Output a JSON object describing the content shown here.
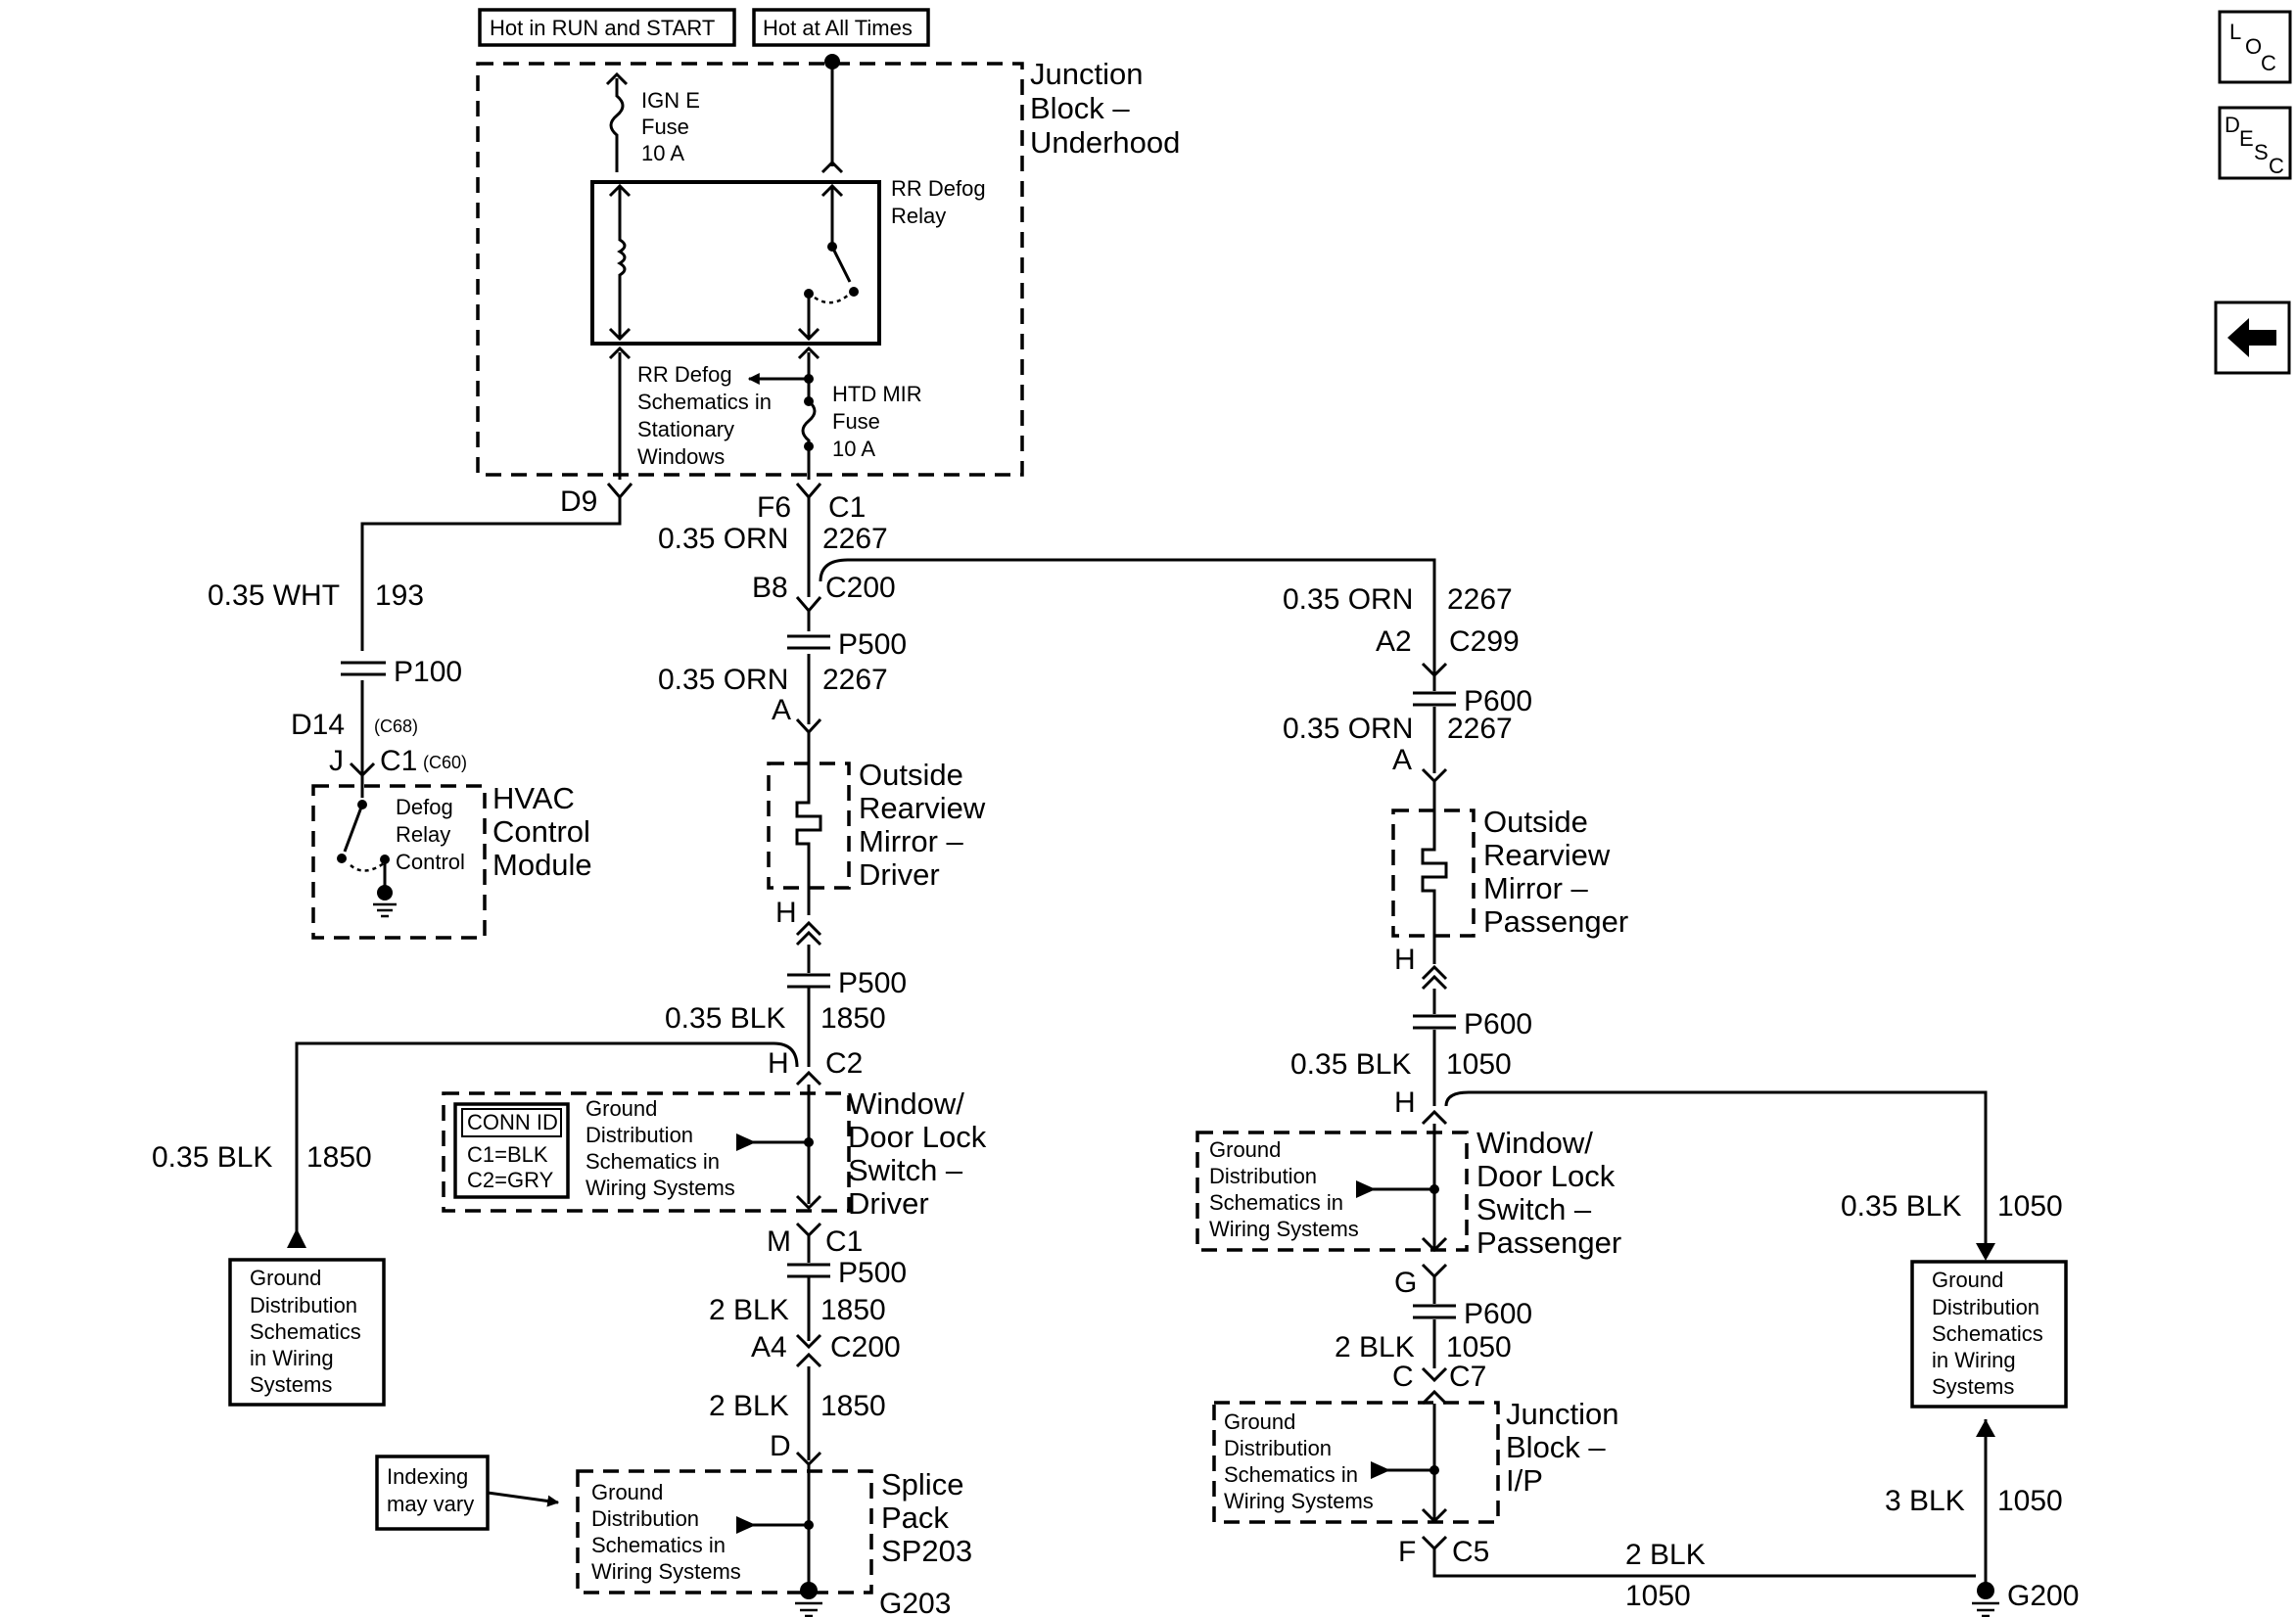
{
  "header": {
    "hot_run_start": "Hot in RUN and START",
    "hot_all_times": "Hot at All Times"
  },
  "junction_block_underhood": {
    "title": [
      "Junction",
      "Block –",
      "Underhood"
    ],
    "ign_fuse": [
      "IGN E",
      "Fuse",
      "10 A"
    ],
    "relay": [
      "RR Defog",
      "Relay"
    ],
    "rr_defog_ref": [
      "RR Defog",
      "Schematics in",
      "Stationary",
      "Windows"
    ],
    "htd_mir_fuse": [
      "HTD MIR",
      "Fuse",
      "10 A"
    ]
  },
  "connectors": {
    "d9": "D9",
    "f6": "F6",
    "c1": "C1",
    "b8": "B8",
    "c200": "C200",
    "p500": "P500",
    "a": "A",
    "h": "H",
    "c2": "C2",
    "m": "M",
    "a4": "A4",
    "d": "D",
    "p100": "P100",
    "d14": "D14",
    "c68": "(C68)",
    "j": "J",
    "c60": "(C60)",
    "a2": "A2",
    "c299": "C299",
    "p600": "P600",
    "g": "G",
    "c": "C",
    "c7": "C7",
    "f": "F",
    "c5": "C5"
  },
  "wires": {
    "w_193": {
      "gauge": "0.35 WHT",
      "circuit": "193"
    },
    "w_2267": {
      "gauge": "0.35 ORN",
      "circuit": "2267"
    },
    "w_1850": {
      "gauge": "0.35 BLK",
      "circuit": "1850"
    },
    "w_1850_2": {
      "gauge": "2 BLK",
      "circuit": "1850"
    },
    "w_1050": {
      "gauge": "0.35 BLK",
      "circuit": "1050"
    },
    "w_1050_2": {
      "gauge": "2 BLK",
      "circuit": "1050"
    },
    "w_1050_3": {
      "gauge": "3 BLK",
      "circuit": "1050"
    }
  },
  "components": {
    "hvac": [
      "HVAC",
      "Control",
      "Module"
    ],
    "defog_relay_control": [
      "Defog",
      "Relay",
      "Control"
    ],
    "mirror_driver": [
      "Outside",
      "Rearview",
      "Mirror –",
      "Driver"
    ],
    "mirror_passenger": [
      "Outside",
      "Rearview",
      "Mirror –",
      "Passenger"
    ],
    "switch_driver": [
      "Window/",
      "Door Lock",
      "Switch –",
      "Driver"
    ],
    "switch_passenger": [
      "Window/",
      "Door Lock",
      "Switch –",
      "Passenger"
    ],
    "splice_pack": [
      "Splice",
      "Pack",
      "SP203"
    ],
    "junction_block_ip": [
      "Junction",
      "Block –",
      "I/P"
    ]
  },
  "conn_id": {
    "title": "CONN ID",
    "c1": "C1=BLK",
    "c2": "C2=GRY"
  },
  "ground_ref": [
    "Ground",
    "Distribution",
    "Schematics in",
    "Wiring Systems"
  ],
  "ground_box": [
    "Ground",
    "Distribution",
    "Schematics",
    "in Wiring",
    "Systems"
  ],
  "indexing_note": [
    "Indexing",
    "may vary"
  ],
  "grounds": {
    "g203": "G203",
    "g200": "G200"
  },
  "nav": {
    "loc": [
      "L",
      "O",
      "C"
    ],
    "desc": [
      "D",
      "E",
      "S",
      "C"
    ]
  }
}
